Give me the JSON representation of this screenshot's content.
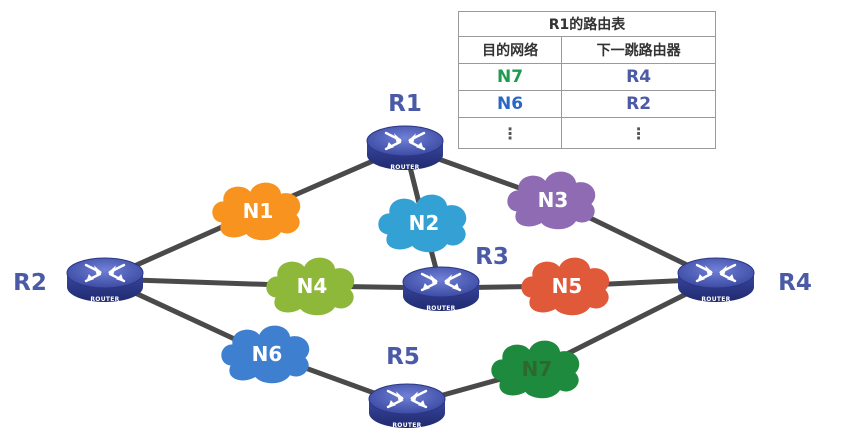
{
  "routing_table": {
    "title": "R1的路由表",
    "col_dest": "目的网络",
    "col_next": "下一跳路由器",
    "rows": [
      {
        "dest": "N7",
        "next": "R4",
        "dest_color": "#1e9b4d"
      },
      {
        "dest": "N6",
        "next": "R2",
        "dest_color": "#2a67c2"
      },
      {
        "dest": "⋮",
        "next": "⋮",
        "dest_color": "#555555"
      }
    ],
    "next_color": "#4b5aa6"
  },
  "routers": [
    {
      "id": "R1",
      "label": "R1",
      "badge": "ROUTER"
    },
    {
      "id": "R2",
      "label": "R2",
      "badge": "ROUTER"
    },
    {
      "id": "R3",
      "label": "R3",
      "badge": "ROUTER"
    },
    {
      "id": "R4",
      "label": "R4",
      "badge": "ROUTER"
    },
    {
      "id": "R5",
      "label": "R5",
      "badge": "ROUTER"
    }
  ],
  "networks": [
    {
      "id": "N1",
      "label": "N1",
      "color": "#f7931e",
      "text_color": "#ffffff"
    },
    {
      "id": "N2",
      "label": "N2",
      "color": "#34a1d4",
      "text_color": "#ffffff"
    },
    {
      "id": "N3",
      "label": "N3",
      "color": "#8e6bb3",
      "text_color": "#ffffff"
    },
    {
      "id": "N4",
      "label": "N4",
      "color": "#8db83a",
      "text_color": "#ffffff"
    },
    {
      "id": "N5",
      "label": "N5",
      "color": "#e05a3a",
      "text_color": "#ffffff"
    },
    {
      "id": "N6",
      "label": "N6",
      "color": "#3f7fd0",
      "text_color": "#ffffff"
    },
    {
      "id": "N7",
      "label": "N7",
      "color": "#1e8a3e",
      "text_color": "#2d6a2a"
    }
  ],
  "links": [
    [
      "R1",
      "N1"
    ],
    [
      "N1",
      "R2"
    ],
    [
      "R1",
      "N2"
    ],
    [
      "N2",
      "R3"
    ],
    [
      "R1",
      "N3"
    ],
    [
      "N3",
      "R4"
    ],
    [
      "R2",
      "N4"
    ],
    [
      "N4",
      "R3"
    ],
    [
      "R3",
      "N5"
    ],
    [
      "N5",
      "R4"
    ],
    [
      "R2",
      "N6"
    ],
    [
      "N6",
      "R5"
    ],
    [
      "R5",
      "N7"
    ],
    [
      "N7",
      "R4"
    ]
  ],
  "colors": {
    "link": "#4a4a4a",
    "router_top": "#5b6bc0",
    "router_side": "#2f3b8f",
    "router_label": "#4b5aa6"
  }
}
